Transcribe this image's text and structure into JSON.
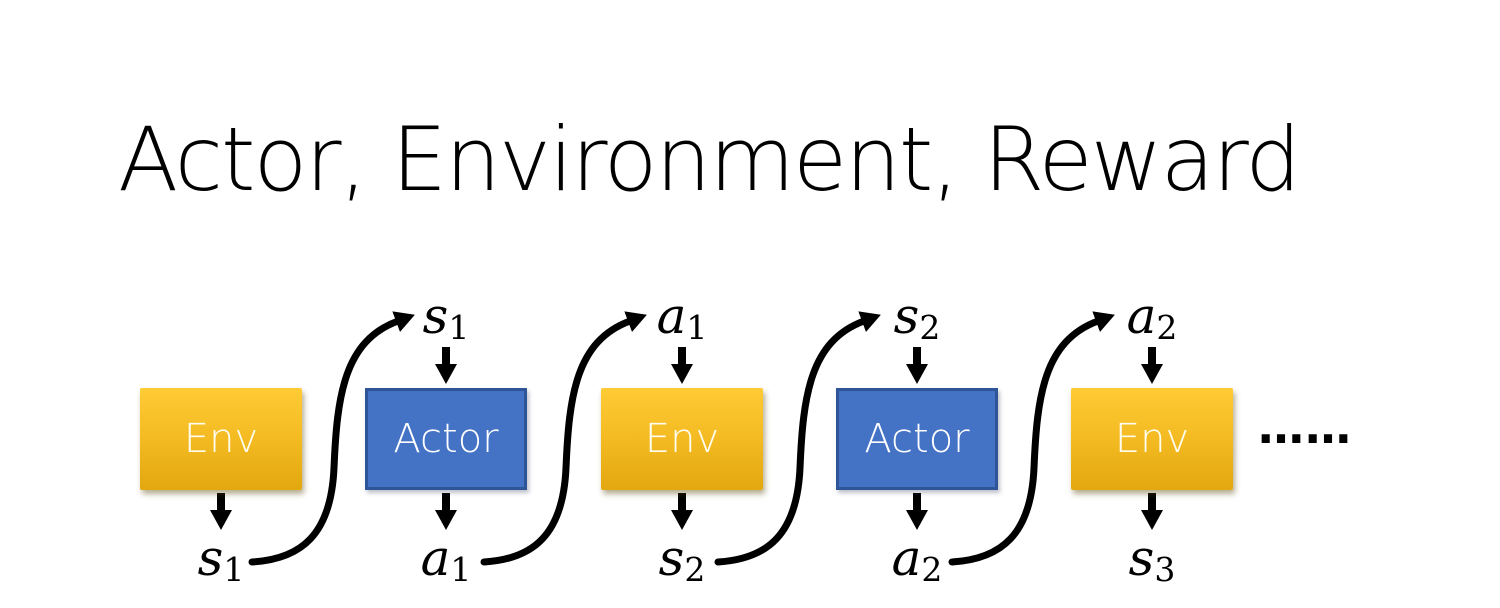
{
  "slide": {
    "title": "Actor, Environment, Reward"
  },
  "diagram": {
    "boxes": [
      {
        "label": "Env",
        "type": "env"
      },
      {
        "label": "Actor",
        "type": "actor"
      },
      {
        "label": "Env",
        "type": "env"
      },
      {
        "label": "Actor",
        "type": "actor"
      },
      {
        "label": "Env",
        "type": "env"
      }
    ],
    "top_labels": [
      {
        "base": "s",
        "sub": "1"
      },
      {
        "base": "a",
        "sub": "1"
      },
      {
        "base": "s",
        "sub": "2"
      },
      {
        "base": "a",
        "sub": "2"
      }
    ],
    "bottom_labels": [
      {
        "base": "s",
        "sub": "1"
      },
      {
        "base": "a",
        "sub": "1"
      },
      {
        "base": "s",
        "sub": "2"
      },
      {
        "base": "a",
        "sub": "2"
      },
      {
        "base": "s",
        "sub": "3"
      }
    ],
    "ellipsis": "……",
    "colors": {
      "env_gradient_top": "#FECB36",
      "env_gradient_bottom": "#E3A70F",
      "actor_fill": "#4472C4",
      "actor_border": "#2E5597",
      "arrow": "#000000",
      "text_on_box": "#FFFFFF",
      "title_text": "#000000"
    }
  }
}
